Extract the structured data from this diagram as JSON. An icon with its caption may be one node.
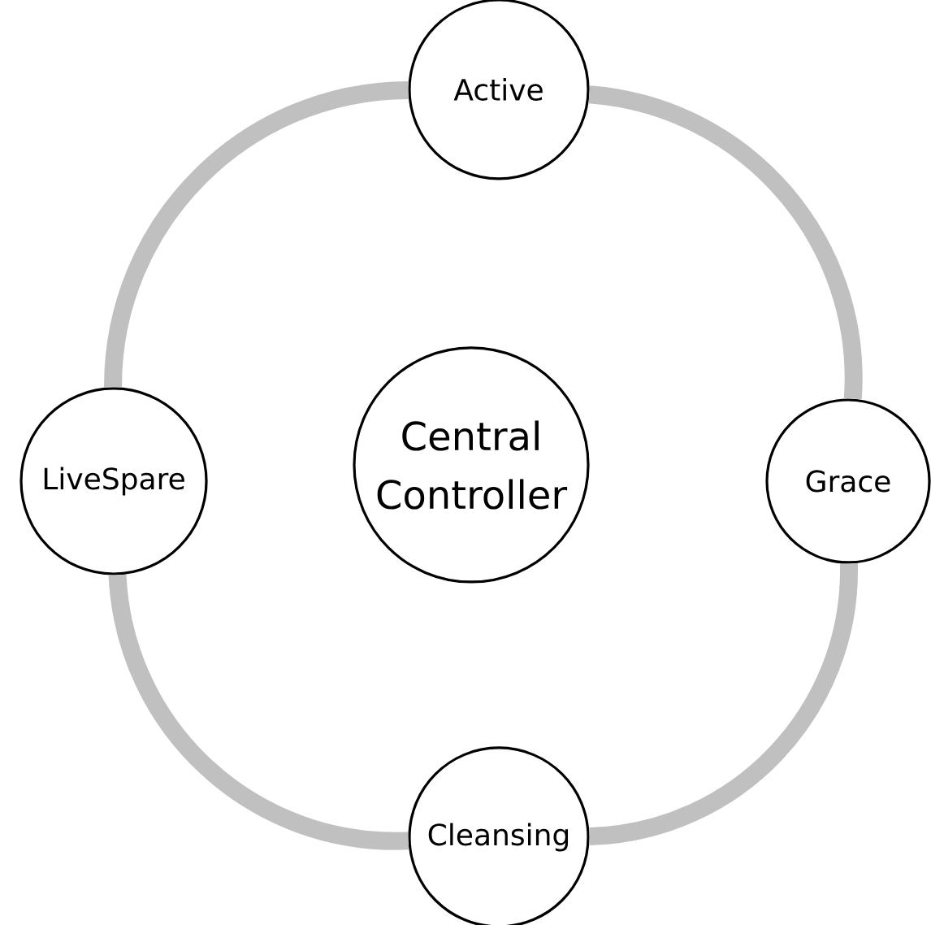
{
  "diagram": {
    "nodes": [
      {
        "text": [
          "Active"
        ]
      },
      {
        "text": [
          "LiveSpare"
        ]
      },
      {
        "text": [
          "Central Controller"
        ]
      },
      {
        "text": [
          "Grace"
        ]
      },
      {
        "text": [
          "Cleansing"
        ]
      }
    ],
    "edges": [
      {
        "from": 0,
        "to": 3,
        "arrow": "none"
      },
      {
        "from": 3,
        "to": 4,
        "arrow": "none"
      },
      {
        "from": 4,
        "to": 1,
        "arrow": "none"
      },
      {
        "from": 1,
        "to": 0,
        "arrow": "none"
      }
    ]
  }
}
